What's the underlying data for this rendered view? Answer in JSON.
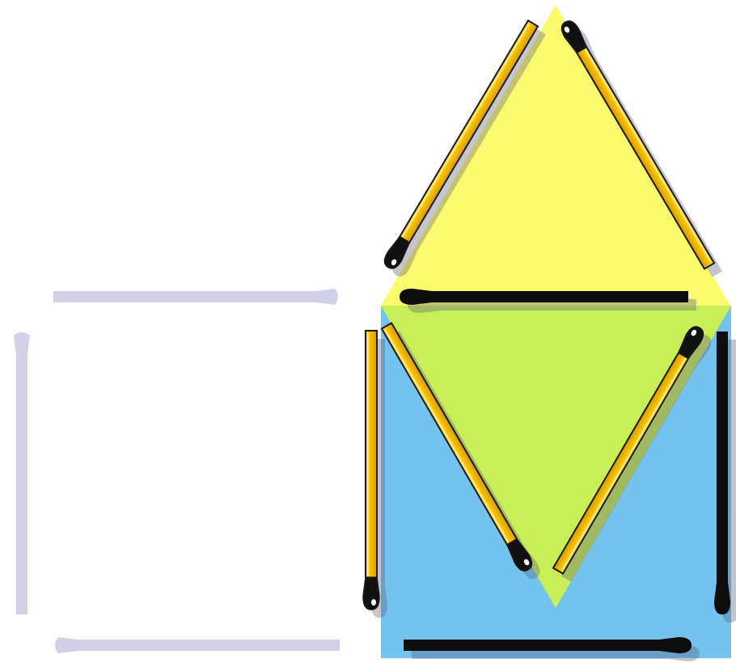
{
  "colors": {
    "background": "#ffffff",
    "square_fill": "#74c3ee",
    "triangle_fill": "#fcfb6e",
    "overlap_fill": "#c8ef55",
    "ghost_stick": "#d2d0e6",
    "match_body": "#f2c200",
    "match_highlight": "#ffe680",
    "match_outline": "#1a1a1a",
    "match_head": "#111111",
    "match_head_shine": "#ffffff",
    "shadow": "#5a5a78",
    "black_stick": "#0d0d0d"
  },
  "matchsticks": [
    {
      "name": "upper-left-slanted-matchstick",
      "variant": "match"
    },
    {
      "name": "upper-right-slanted-matchstick",
      "variant": "match"
    },
    {
      "name": "middle-horizontal-black-stick",
      "variant": "black"
    },
    {
      "name": "left-vertical-matchstick",
      "variant": "match"
    },
    {
      "name": "inner-left-slanted-matchstick",
      "variant": "match"
    },
    {
      "name": "inner-right-slanted-matchstick",
      "variant": "match"
    },
    {
      "name": "right-vertical-black-stick",
      "variant": "black"
    },
    {
      "name": "bottom-horizontal-black-stick",
      "variant": "black"
    }
  ],
  "ghost_sticks": [
    {
      "name": "ghost-top-stick"
    },
    {
      "name": "ghost-left-stick"
    },
    {
      "name": "ghost-bottom-stick"
    }
  ]
}
